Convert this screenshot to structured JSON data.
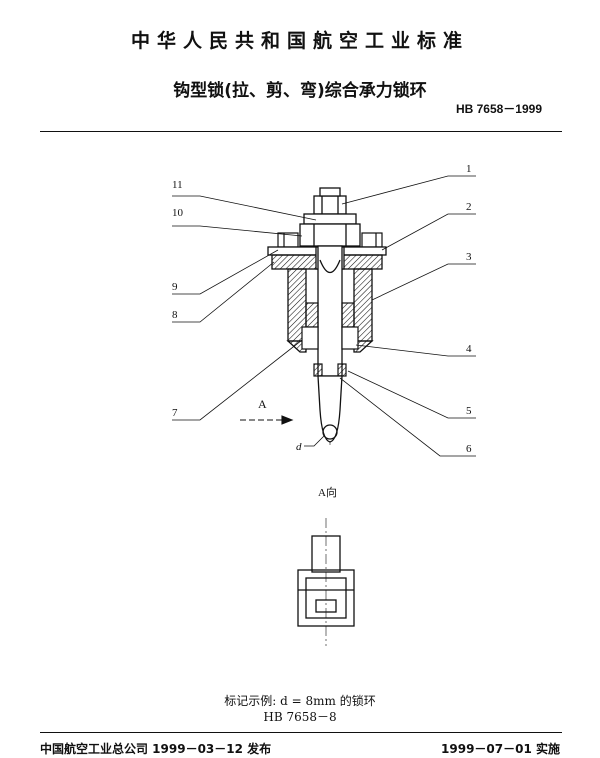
{
  "header": {
    "main_title": "中华人民共和国航空工业标准",
    "doc_title": "钩型锁(拉、剪、弯)综合承力锁环",
    "standard_number": "HB 7658－1999"
  },
  "figure": {
    "callouts": [
      "1",
      "2",
      "3",
      "4",
      "5",
      "6",
      "7",
      "8",
      "9",
      "10",
      "11"
    ],
    "arrow_label": "A",
    "dim_label": "d",
    "view_label": "A向"
  },
  "caption": {
    "line1": "标记示例: d = 8mm 的锁环",
    "line2": "HB 7658－8"
  },
  "footer": {
    "issuer": "中国航空工业总公司 1999－03－12 发布",
    "effective": "1999－07－01 实施"
  }
}
